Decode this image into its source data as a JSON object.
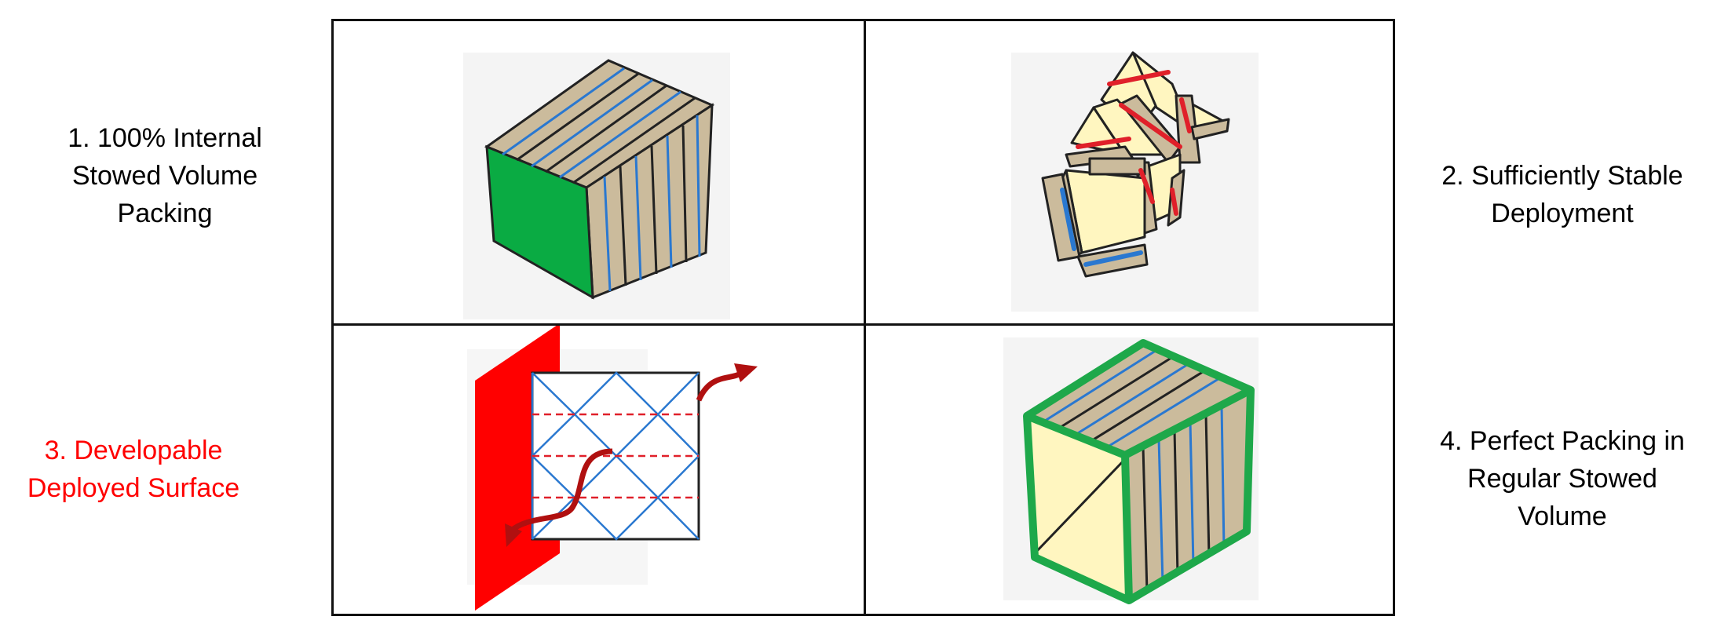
{
  "labels": {
    "item1": [
      "1. 100% Internal",
      "Stowed Volume",
      "Packing"
    ],
    "item2": [
      "2. Sufficiently Stable",
      "Deployment"
    ],
    "item3": [
      "3. Developable",
      "Deployed Surface"
    ],
    "item4": [
      "4. Perfect Packing in",
      "Regular Stowed",
      "Volume"
    ]
  },
  "colors": {
    "text": "#000000",
    "highlight_text": "#ff0000",
    "panel_tan": "#cbbb9c",
    "panel_yellow": "#fff6c0",
    "green_face": "#0aab43",
    "green_outline": "#1ea84a",
    "blue_crease": "#2a78d0",
    "red_crease": "#e0202a",
    "dark_red_arrow": "#b01010",
    "red_plane": "#ff0000"
  },
  "icons": {
    "cell1": "stowed-block-icon",
    "cell2": "partially-deployed-folds-icon",
    "cell3": "crease-pattern-with-plane-icon",
    "cell4": "framed-stowed-block-icon"
  }
}
